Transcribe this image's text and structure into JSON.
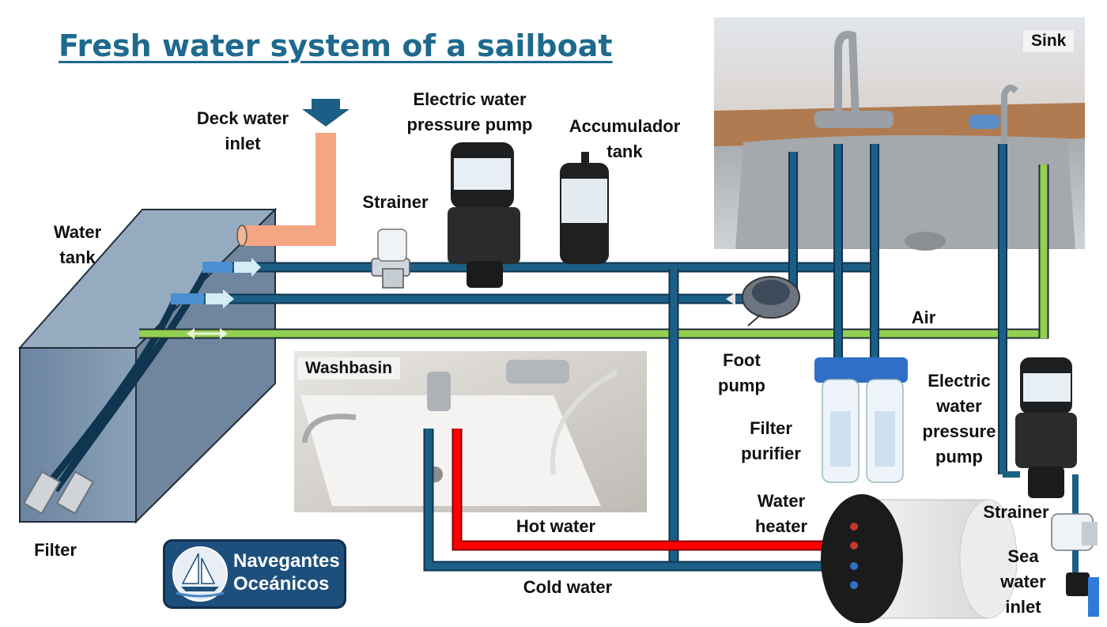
{
  "title": "Fresh water system of a sailboat",
  "labels": {
    "deck_inlet": "Deck water\ninlet",
    "water_tank": "Water\ntank",
    "strainer_top": "Strainer",
    "pump_top": "Electric water\npressure pump",
    "accumulator": "Accumulador\ntank",
    "sink": "Sink",
    "air": "Air",
    "foot_pump": "Foot\npump",
    "filter_purifier": "Filter\npurifier",
    "pump_right": "Electric\nwater\npressure\npump",
    "washbasin": "Washbasin",
    "hot_water": "Hot water",
    "cold_water": "Cold water",
    "water_heater": "Water\nheater",
    "strainer_right": "Strainer",
    "sea_inlet": "Sea\nwater\ninlet",
    "filter": "Filter"
  },
  "logo": {
    "line1": "Navegantes",
    "line2": "Oceánicos"
  },
  "colors": {
    "title": "#1e6a8e",
    "pipe_blue": "#1c5f86",
    "pipe_dark": "#0f3550",
    "pipe_hot": "#ff0000",
    "pipe_air": "#92d050",
    "deck_pipe": "#f4a582",
    "tank": "#7f95ab",
    "logo_bg": "#1d4f7c"
  },
  "icons": [
    "down-arrow-icon",
    "flow-arrow-icon",
    "double-arrow-icon",
    "sailboat-icon"
  ]
}
